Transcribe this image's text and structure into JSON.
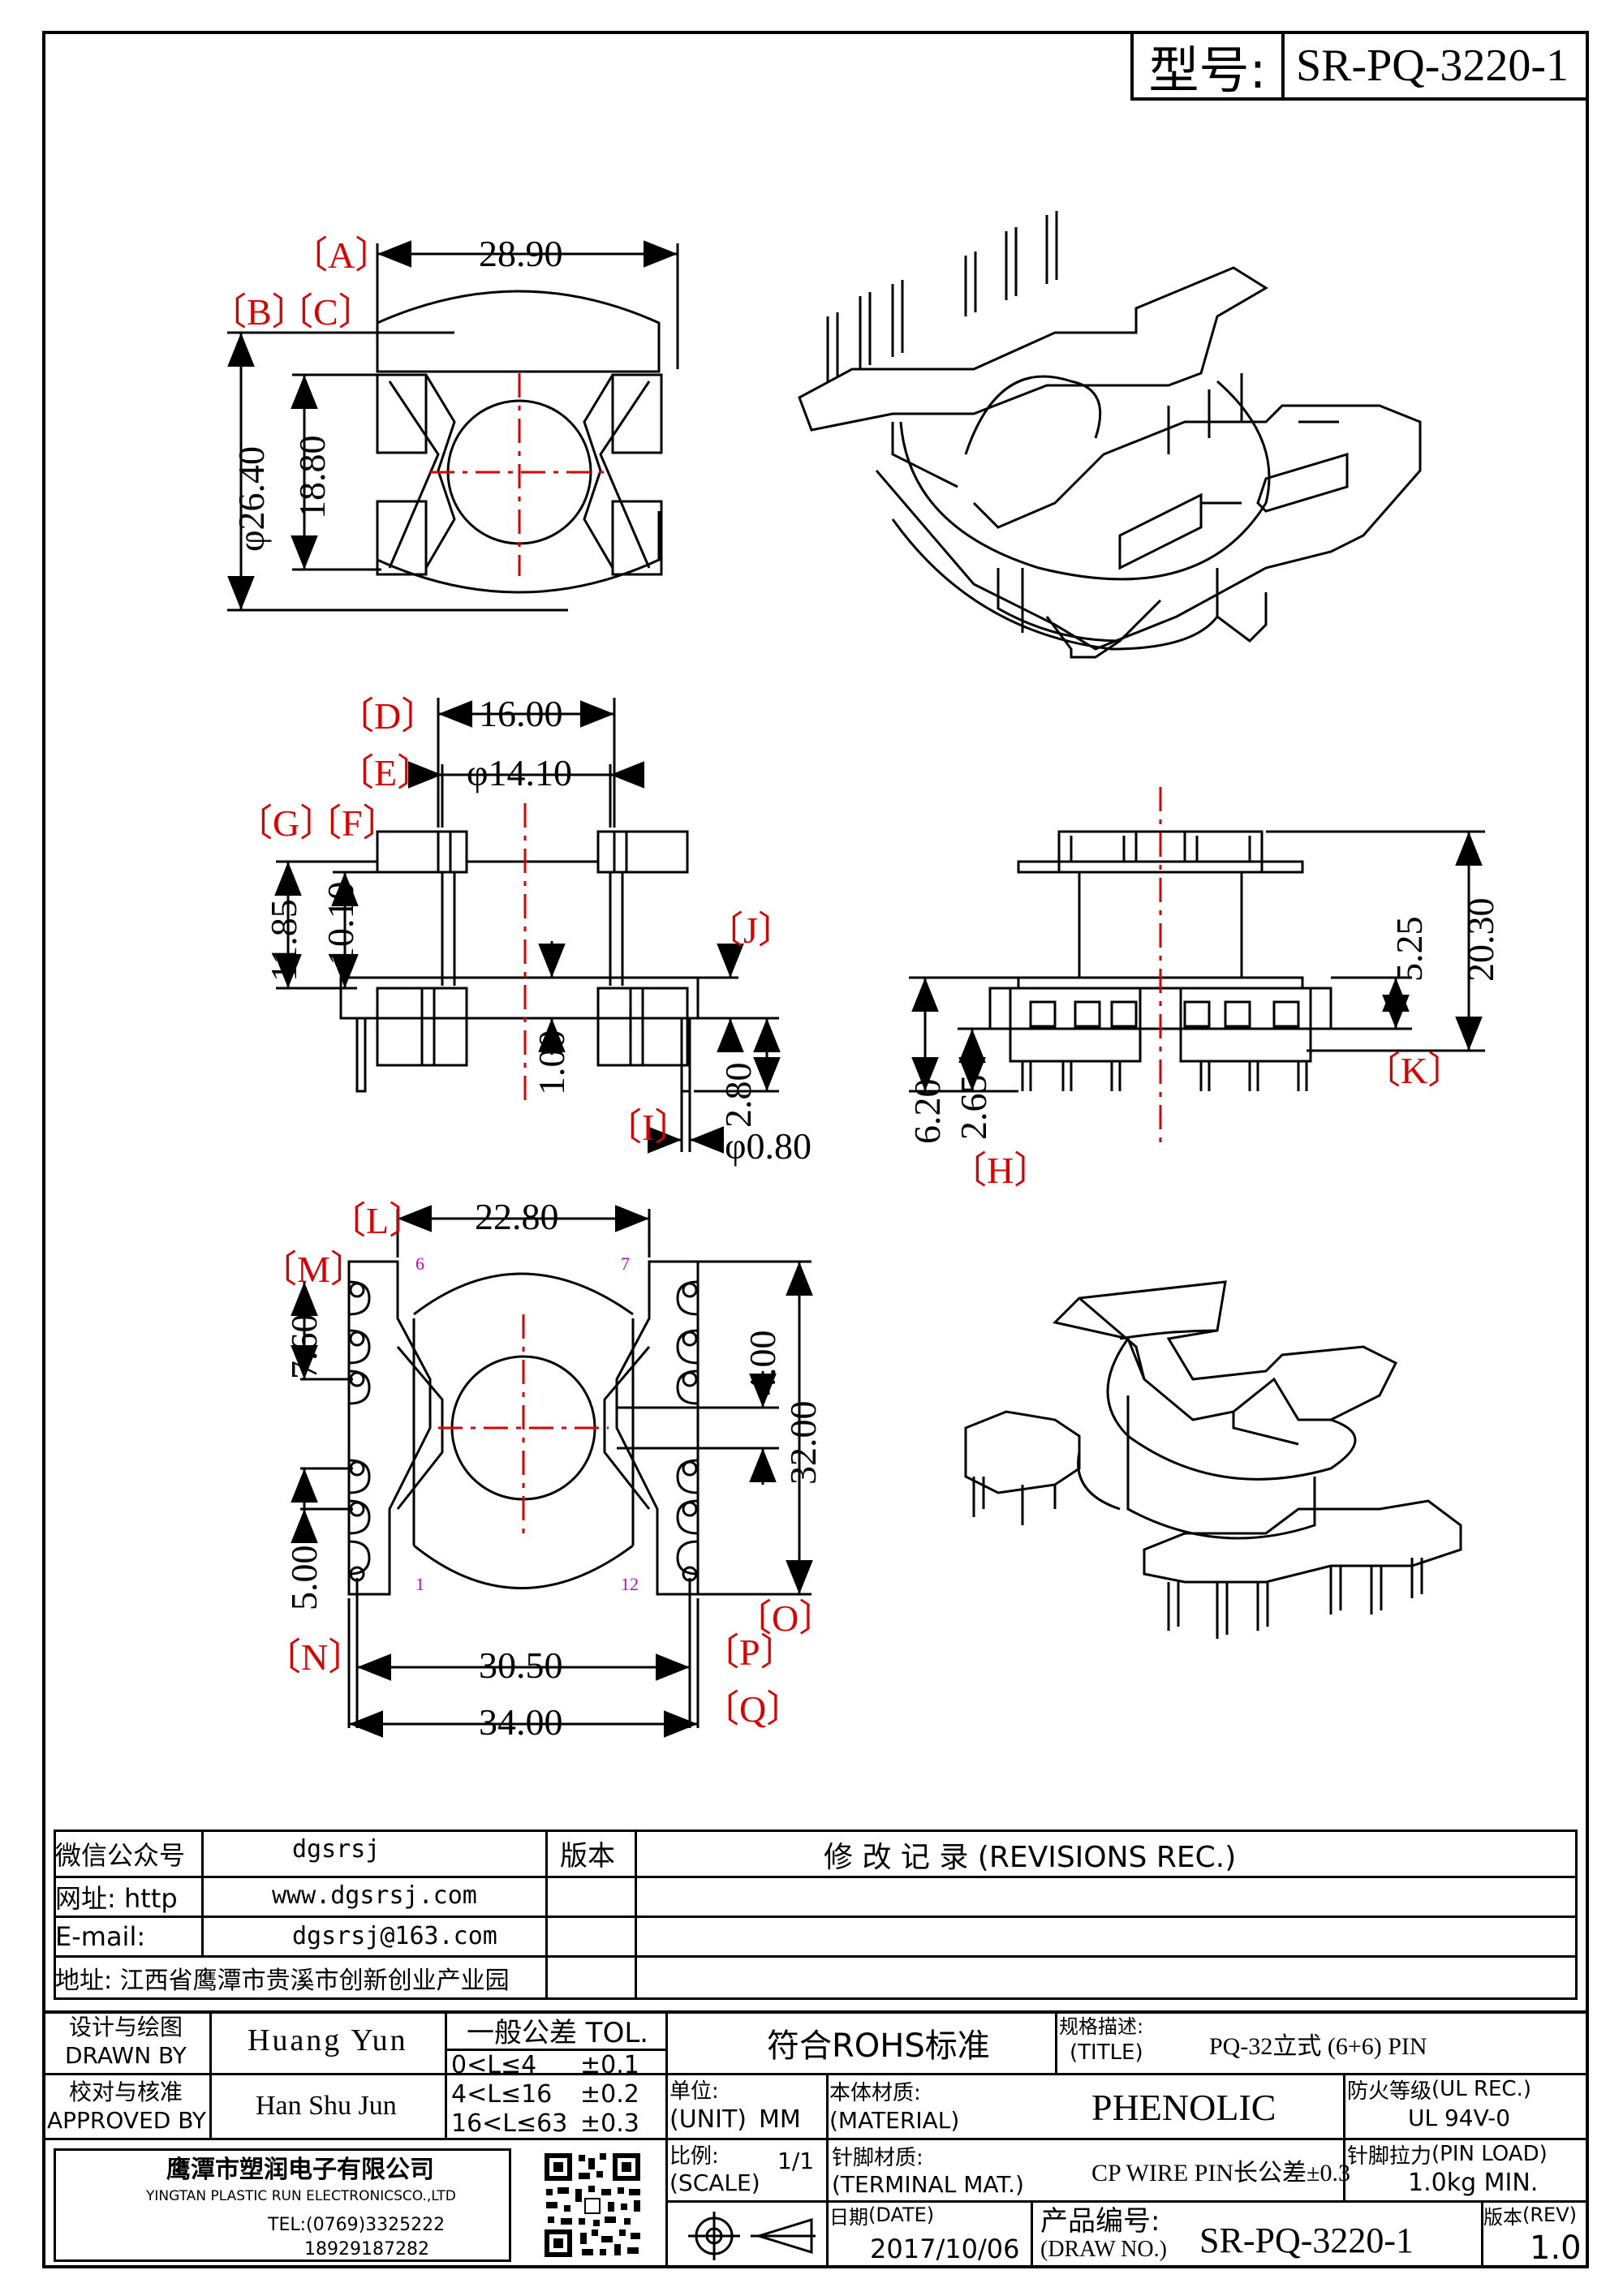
{
  "model": {
    "label": "型号:",
    "value": "SR-PQ-3220-1"
  },
  "drawing": {
    "top_view": {
      "A": "28.90",
      "B_dia": "φ26.40",
      "C": "18.80",
      "label_A": "〔A〕",
      "label_B": "〔B〕",
      "label_C": "〔C〕"
    },
    "front_view": {
      "D": "16.00",
      "E": "φ14.10",
      "F": "10.10",
      "G": "11.85",
      "J": "1.00",
      "I_dia": "φ0.80",
      "pin_len": "2.80",
      "label_D": "〔D〕",
      "label_E": "〔E〕",
      "label_F": "〔F〕",
      "label_G": "〔G〕",
      "label_J": "〔J〕",
      "label_I": "〔I〕"
    },
    "side_view": {
      "K1": "5.25",
      "K2": "20.30",
      "H1": "6.20",
      "H2": "2.65",
      "label_K": "〔K〕",
      "label_H": "〔H〕"
    },
    "bottom_view": {
      "L": "22.80",
      "M": "7.60",
      "N": "5.00",
      "O": "32.00",
      "P": "30.50",
      "Q": "34.00",
      "inner": "4.00",
      "label_L": "〔L〕",
      "label_M": "〔M〕",
      "label_N": "〔N〕",
      "label_O": "〔O〕",
      "label_P": "〔P〕",
      "label_Q": "〔Q〕",
      "pins": [
        "6",
        "7",
        "1",
        "12"
      ]
    }
  },
  "contact": {
    "rows": [
      {
        "label": "微信公众号",
        "value": "dgsrsj"
      },
      {
        "label": "网址: http",
        "value": "www.dgsrsj.com"
      },
      {
        "label": "E-mail:",
        "value": "dgsrsj@163.com"
      }
    ],
    "address": "地址: 江西省鹰潭市贵溪市创新创业产业园",
    "version_label": "版本",
    "revisions_label": "修 改 记 录  (REVISIONS REC.)"
  },
  "title_block": {
    "designer_cn": "设计与绘图",
    "designer_en": "DRAWN BY",
    "designer": "Huang Yun",
    "approver_cn": "校对与核准",
    "approver_en": "APPROVED BY",
    "approver": "Han Shu Jun",
    "tol_title": "一般公差 TOL.",
    "tol_rows": [
      {
        "range": "0<L≤4",
        "tol": "±0.1"
      },
      {
        "range": "4<L≤16",
        "tol": "±0.2"
      },
      {
        "range": "16<L≤63",
        "tol": "±0.3"
      }
    ],
    "rohs": "符合ROHS标准",
    "title_cn": "规格描述:",
    "title_en": "(TITLE)",
    "title": "PQ-32立式 (6+6) PIN",
    "unit_cn": "单位:",
    "unit_en": "(UNIT)",
    "unit": "MM",
    "material_cn": "本体材质:",
    "material_en": "(MATERIAL)",
    "material": "PHENOLIC",
    "fire_cn": "防火等级",
    "fire_en": "(UL REC.)",
    "fire": "UL 94V-0",
    "scale_cn": "比例:",
    "scale_en": "(SCALE)",
    "scale": "1/1",
    "terminal_cn": "针脚材质:",
    "terminal_en": "(TERMINAL MAT.)",
    "terminal": "CP WIRE  PIN长公差±0.3",
    "pinload_cn": "针脚拉力",
    "pinload_en": "(PIN LOAD)",
    "pinload": "1.0kg MIN.",
    "date_cn": "日期",
    "date_en": "(DATE)",
    "date": "2017/10/06",
    "drawno_cn": "产品编号:",
    "drawno_en": "(DRAW NO.)",
    "drawno": "SR-PQ-3220-1",
    "rev_cn": "版本",
    "rev_en": "(REV)",
    "rev": "1.0",
    "company_cn": "鹰潭市塑润电子有限公司",
    "company_en": "YINGTAN PLASTIC RUN ELECTRONICSCO.,LTD",
    "tel": "TEL:(0769)3325222",
    "mobile": "18929187282"
  }
}
